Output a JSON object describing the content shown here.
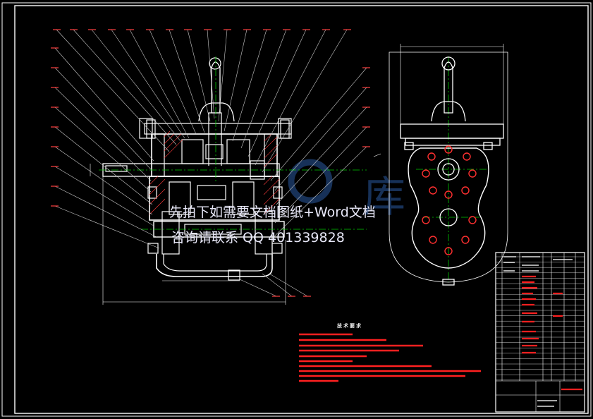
{
  "drawing": {
    "watermark_line1": "先拍下如需要文档图纸+Word文档",
    "watermark_line2": "咨询请联系 QQ 401339828",
    "tech_req_title": "技术要求",
    "watermark_logo_char": "库"
  },
  "colors": {
    "background": "#000000",
    "lines": "#ffffff",
    "centerline": "#00c800",
    "leader": "#c8c8c8",
    "red_text": "#ff2020",
    "hatch": "#ff3c3c",
    "watermark": "#e8e8f8",
    "logo": "#2a5aa0"
  }
}
